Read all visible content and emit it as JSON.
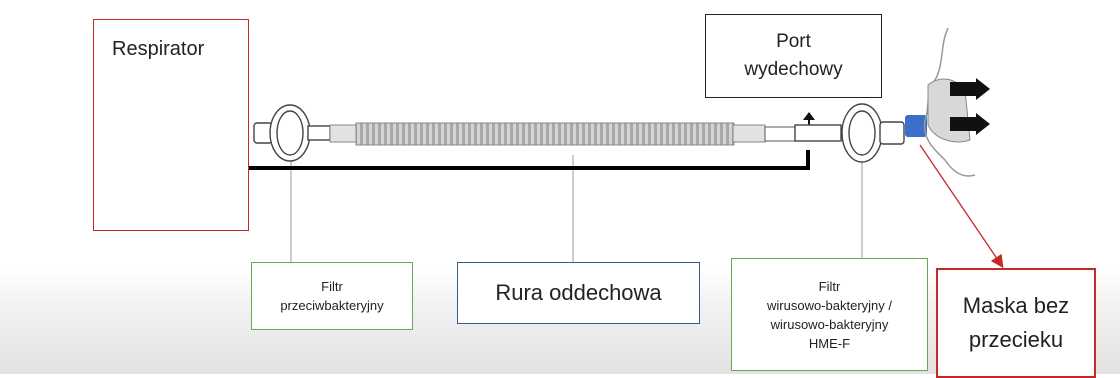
{
  "labels": {
    "respirator": "Respirator",
    "port_line1": "Port",
    "port_line2": "wydechowy",
    "filter1_line1": "Filtr",
    "filter1_line2": "przeciwbakteryjny",
    "tube": "Rura oddechowa",
    "filter2_line1": "Filtr",
    "filter2_line2": "wirusowo-bakteryjny /",
    "filter2_line3": "wirusowo-bakteryjny",
    "filter2_line4": "HME-F",
    "mask_line1": "Maska bez",
    "mask_line2": "przecieku"
  },
  "colors": {
    "red_border": "#c62828",
    "green_border": "#6aa84f",
    "blue_border": "#3b5a8a",
    "mask_connector": "#3b6fc9",
    "arrow": "#c62828"
  },
  "icons": [
    "filter-icon",
    "breathing-tube-icon",
    "exhalation-arrow-icon",
    "face-mask-icon",
    "pointer-arrow-icon"
  ]
}
